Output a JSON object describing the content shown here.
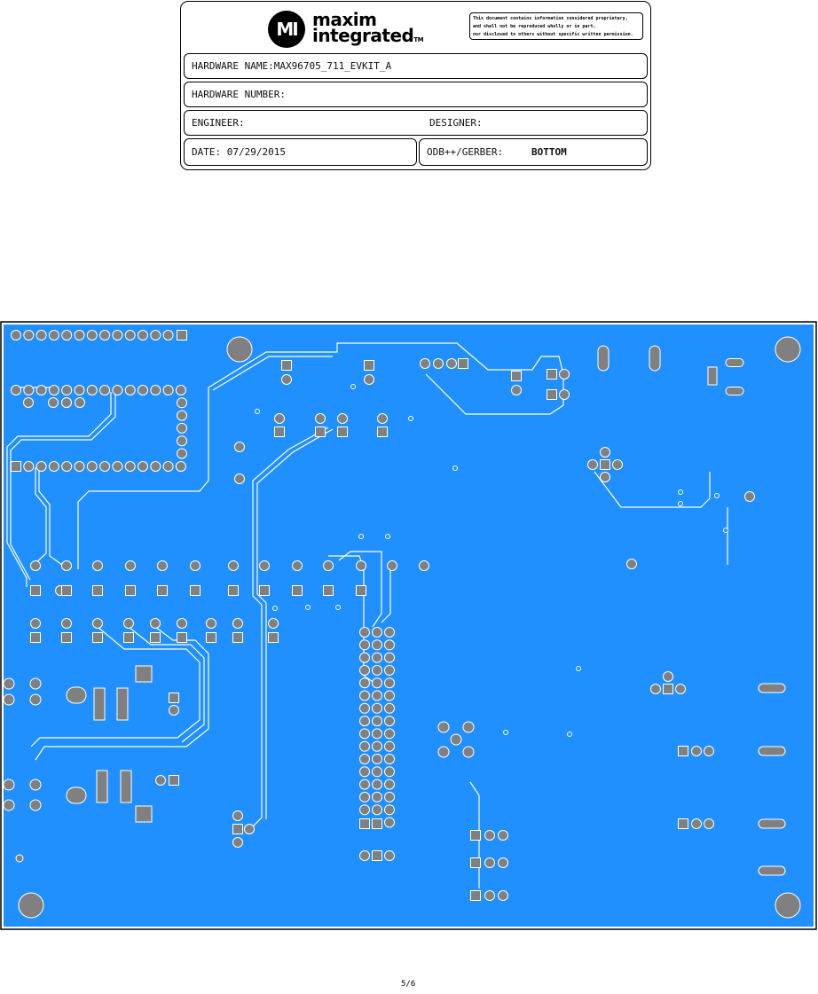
{
  "logo": {
    "line1": "maxim",
    "line2": "integrated",
    "tm": "TM",
    "mark": "MI"
  },
  "notice": [
    "This document contains information considered proprietary,",
    "and shall not be reproduced wholly or in part,",
    "nor disclosed to others without specific written permission."
  ],
  "title_block": {
    "hardware_name_label": "HARDWARE NAME:",
    "hardware_name": "MAX96705_711_EVKIT_A",
    "hardware_number_label": "HARDWARE NUMBER:",
    "engineer_label": "ENGINEER:",
    "designer_label": "DESIGNER:",
    "date_label": "DATE:",
    "date": "07/29/2015",
    "odb_label": "ODB++/GERBER:",
    "layer": "BOTTOM"
  },
  "board": {
    "copper_color": "#2190ff",
    "pad_color": "#808080",
    "layer": "bottom"
  },
  "page": "5/6"
}
